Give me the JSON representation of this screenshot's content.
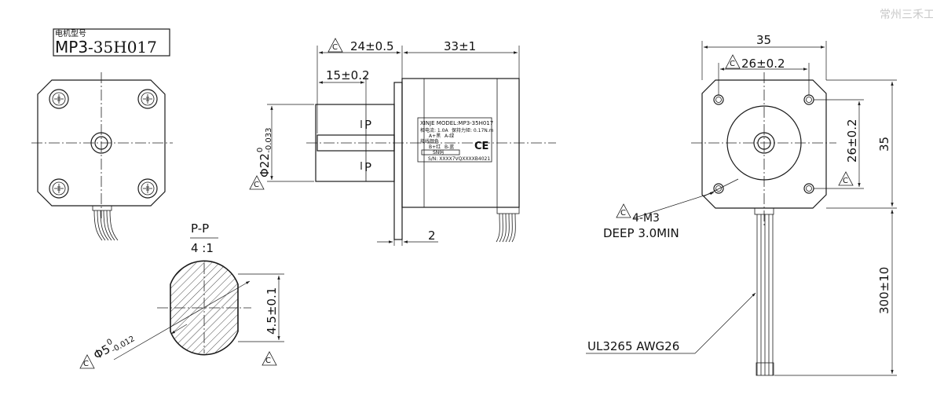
{
  "watermark": "常州三禾工",
  "model_box": {
    "label": "电机型号",
    "model_prefix": "MP3",
    "model_suffix": "-35H017"
  },
  "side_view": {
    "dim_shaft_total": "24±0.5",
    "dim_body_length": "33±1",
    "dim_flat_length": "15±0.2",
    "dim_flange": "2",
    "dim_boss_dia": "Φ22",
    "dim_boss_tol_upper": "0",
    "dim_boss_tol_lower": "-0.033",
    "section_mark_top": "P",
    "section_mark_bottom": "P",
    "label_title": "XINJE MODEL:MP3-35H017",
    "label_line1_a": "相电流: 1.0A",
    "label_line1_b": "保持力矩: 0.17N.m",
    "label_line2_a": "A+黑",
    "label_line2_b": "A-绿",
    "label_line3_a": "接线颜色",
    "label_line4_a": "B+红",
    "label_line4_b": "B-蓝",
    "label_sn": "SN码",
    "label_serial": "S/N: XXXX7VQXXXXB4021",
    "ce_mark": "CE"
  },
  "section_view": {
    "title": "P-P",
    "scale": "4 :1",
    "dim_height": "4.5±0.1",
    "dim_dia": "Φ5",
    "dim_dia_tol_upper": "0",
    "dim_dia_tol_lower": "-0.012"
  },
  "front_view": {
    "dim_width": "35",
    "dim_height": "35",
    "dim_hole_spacing_h": "26±0.2",
    "dim_hole_spacing_v": "26±0.2",
    "dim_lead_length": "300±10",
    "callout_thread": "4-M3",
    "callout_depth": "DEEP 3.0MIN",
    "callout_wire": "UL3265 AWG26"
  },
  "symbols": {
    "critical": "C"
  }
}
